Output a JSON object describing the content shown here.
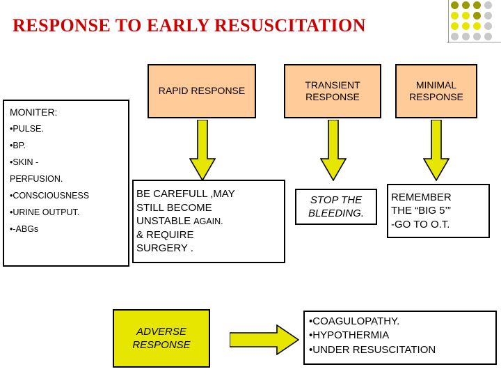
{
  "title": "RESPONSE TO  EARLY RESUSCITATION",
  "colors": {
    "title": "#cc0000",
    "peach": "#ffcc99",
    "yellow": "#e6e600",
    "white": "#ffffff",
    "border": "#000000",
    "arrow_fill": "#e6e600",
    "dot_yellow": "#e6e600",
    "dot_gray": "#c8c8c8",
    "dot_olive": "#999900"
  },
  "headers": [
    {
      "label": "RAPID RESPONSE"
    },
    {
      "label": "TRANSIENT RESPONSE"
    },
    {
      "label": "MINIMAL RESPONSE"
    }
  ],
  "monitor": {
    "title": "MONITER:",
    "items": [
      "•PULSE.",
      "•BP.",
      "•SKIN -",
      "PERFUSION.",
      "•CONSCIOUSNESS",
      "•URINE OUTPUT.",
      "•-ABGs"
    ]
  },
  "results": {
    "rapid": {
      "line1": "BE CAREFULL ,MAY",
      "line2": "STILL BECOME",
      "line3": "UNSTABLE ",
      "line3_small": "AGAIN.",
      "line4": " & REQUIRE",
      "line5": "SURGERY ."
    },
    "transient": {
      "line1": "STOP THE",
      "line2": "BLEEDING."
    },
    "minimal": {
      "line1": "REMEMBER",
      "line2": "THE “BIG 5’”",
      "line3": "-GO TO O.T."
    }
  },
  "adverse": {
    "label_line1": "ADVERSE",
    "label_line2": "RESPONSE"
  },
  "adverse_bullets": [
    "•COAGULOPATHY.",
    "•HYPOTHERMIA",
    "•UNDER RESUSCITATION"
  ]
}
